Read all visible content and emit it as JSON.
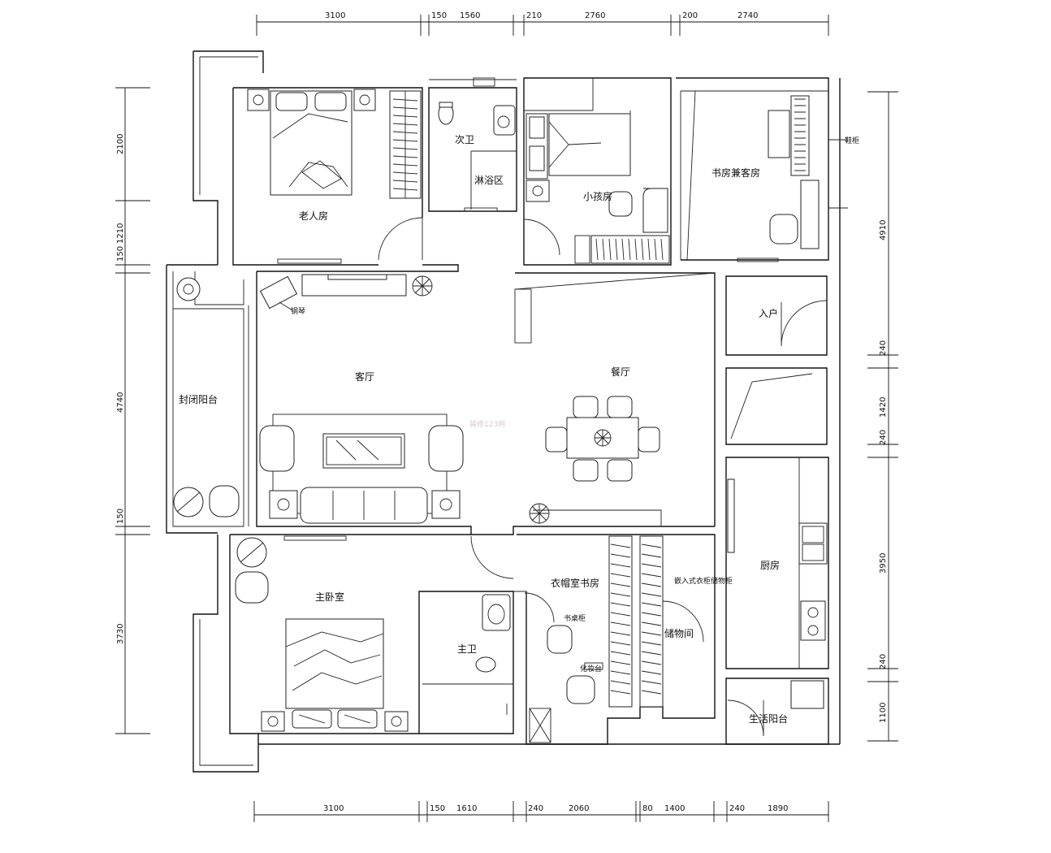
{
  "dimensions": {
    "top": [
      "3100",
      "150",
      "1560",
      "210",
      "2760",
      "200",
      "2740"
    ],
    "bottom": [
      "3100",
      "150",
      "1610",
      "240",
      "2060",
      "80",
      "1400",
      "240",
      "1890"
    ],
    "left": [
      "2100",
      "150",
      "1210",
      "4740",
      "150",
      "3730"
    ],
    "right": [
      "4910",
      "240",
      "1420",
      "240",
      "3950",
      "240",
      "1100"
    ]
  },
  "rooms": {
    "elder_room": "老人房",
    "guest_bath": "次卫",
    "shower_area": "淋浴区",
    "child_room": "小孩房",
    "study_guest": "书房兼客房",
    "enclosed_balcony": "封闭阳台",
    "living_room": "客厅",
    "dining_room": "餐厅",
    "entrance": "入户",
    "master_bedroom": "主卧室",
    "master_bath": "主卫",
    "cloakroom_study": "衣帽室书房",
    "kitchen": "厨房",
    "utility_balcony": "生活阳台",
    "storage": "储物间"
  },
  "annotations": {
    "desk": "书桌柜",
    "shoe_cabinet": "鞋柜",
    "makeup": "化妆台",
    "piano": "钢琴",
    "wardrobe_note": "嵌入式衣柜储物柜"
  },
  "watermark": "装修123网"
}
